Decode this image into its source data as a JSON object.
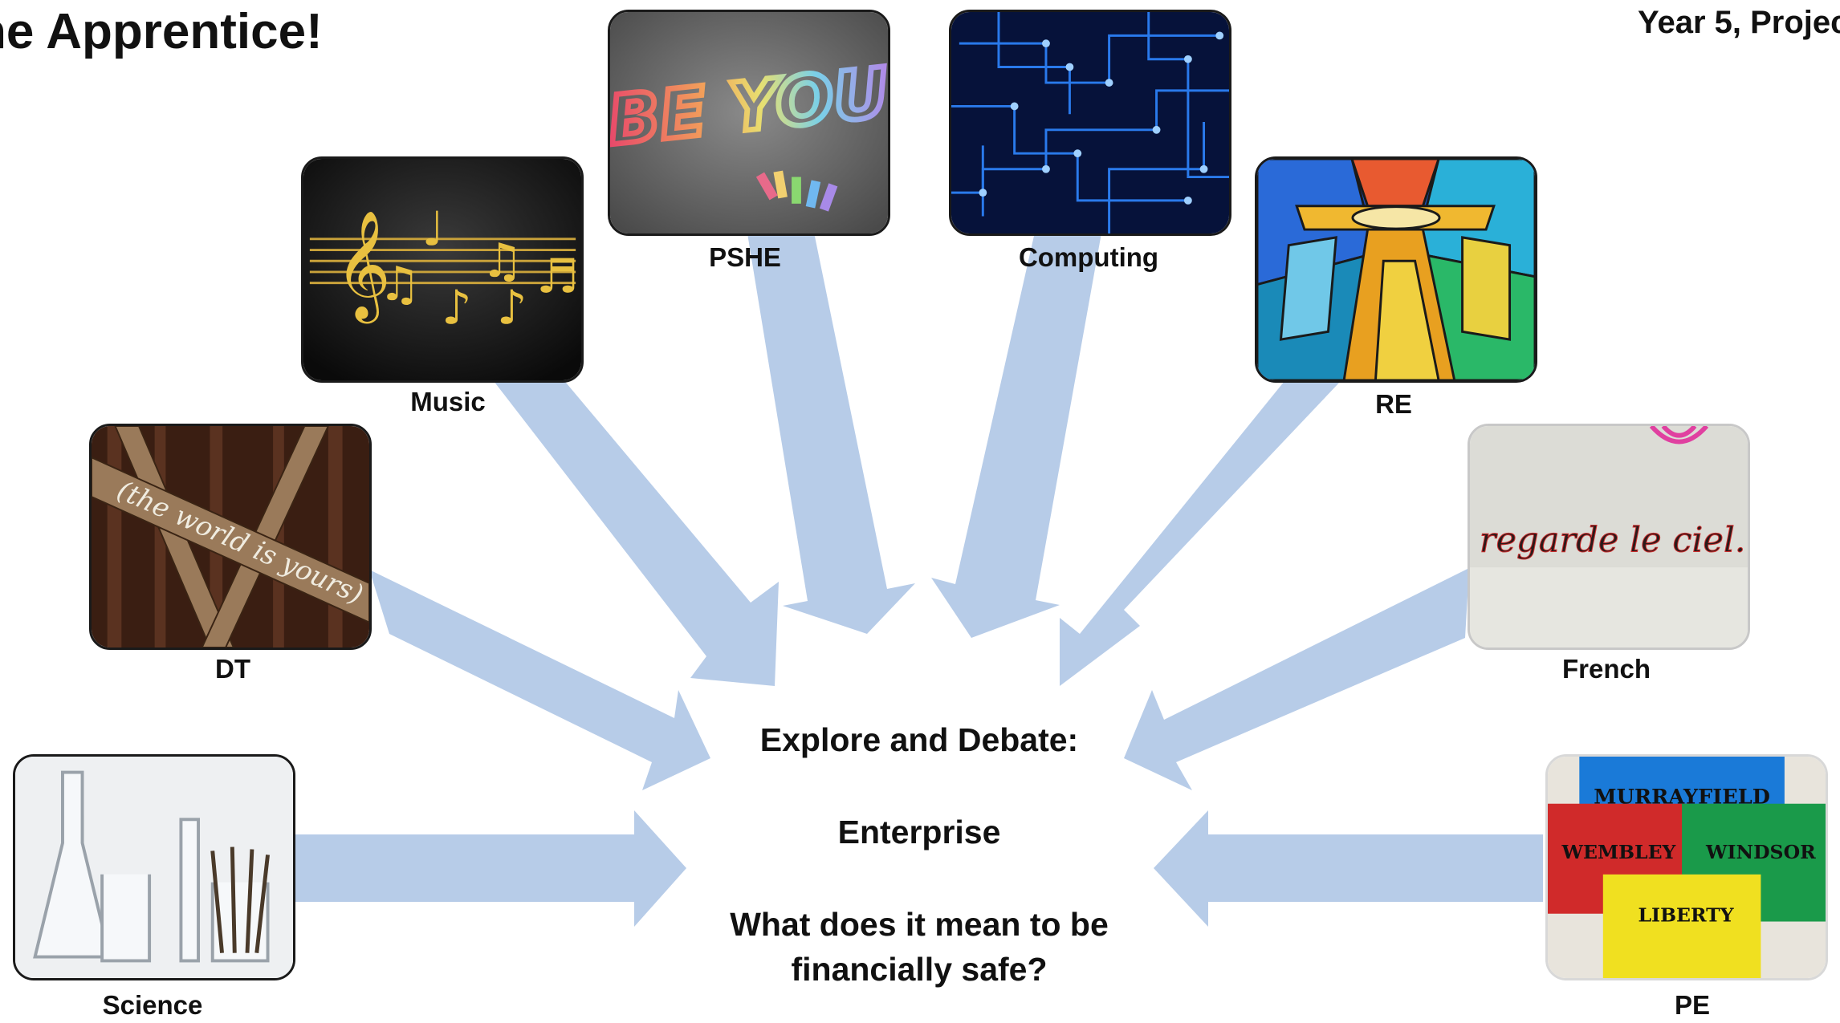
{
  "title": "he Apprentice!",
  "header_right": "Year 5, Projec",
  "center": {
    "heading": "Explore and Debate:",
    "topic": "Enterprise",
    "question": "What does it mean to be financially safe?"
  },
  "subjects": {
    "pshe": {
      "label": "PSHE",
      "image_text": "BE YOU"
    },
    "computing": {
      "label": "Computing"
    },
    "music": {
      "label": "Music"
    },
    "re": {
      "label": "RE"
    },
    "dt": {
      "label": "DT",
      "image_text": "(the world is yours)"
    },
    "french": {
      "label": "French",
      "image_text": "regarde le ciel..."
    },
    "science": {
      "label": "Science"
    },
    "pe": {
      "label": "PE",
      "shirts": [
        "MURRAYFIELD",
        "WEMBLEY",
        "WINDSOR",
        "LIBERTY"
      ]
    }
  },
  "colors": {
    "arrow": "#b7cce8",
    "tile_border": "#1a1a1a",
    "text": "#111111"
  }
}
